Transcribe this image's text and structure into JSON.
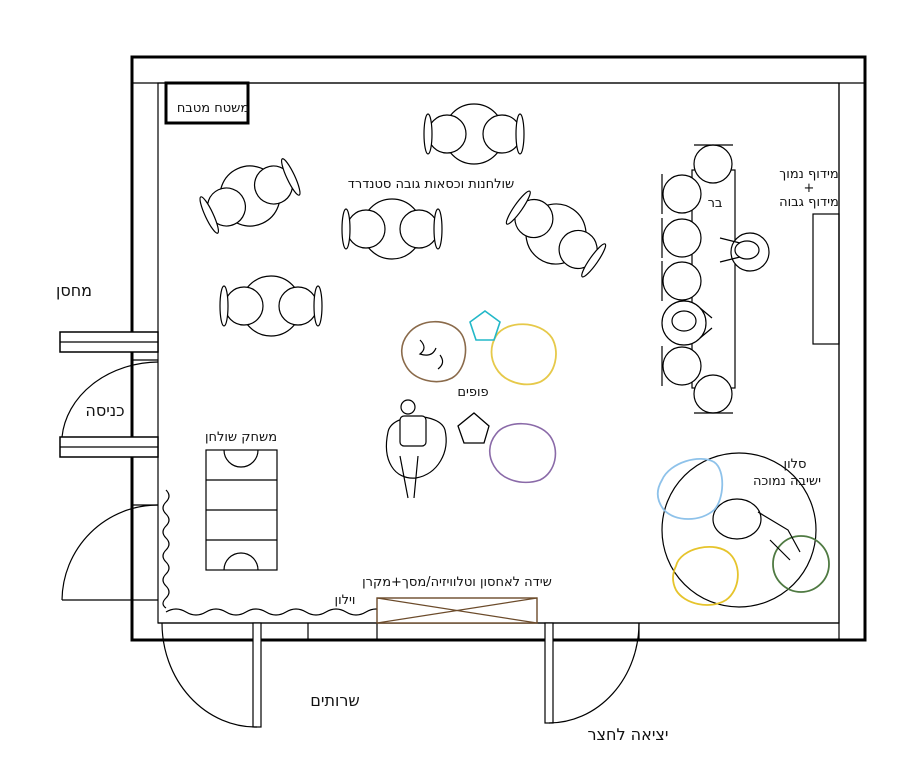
{
  "labels": {
    "storage": "מחסן",
    "entrance": "כניסה",
    "restrooms": "שרותים",
    "yard_exit": "יציאה לחצר",
    "kitchen_counter": "משטח מטבח",
    "standard_tables": "שולחנות וכסאות גובה סטנדרד",
    "bar": "בר",
    "bar_shelves": [
      "מידוף נמוך",
      "+",
      "מידוף גבוה"
    ],
    "poufs": "פופים",
    "table_football": "משחק שולחן",
    "lounge": [
      "סלון",
      "ישיבה נמוכה"
    ],
    "curtain": "וילון",
    "storage_cabinet": "שידה לאחסון וטלוויזיה/מסך+מקרן"
  },
  "colors": {
    "brown_pouf": "#8a6a4a",
    "yellow_pouf": "#e6c94a",
    "purple_pouf": "#8a6aa8",
    "cyan_pouf": "#22b8c8",
    "blue_chair": "#8ec2ea",
    "yellow_chair": "#e6c42c",
    "green_chair": "#4f7a42",
    "cabinet": "#6b4a2a"
  }
}
